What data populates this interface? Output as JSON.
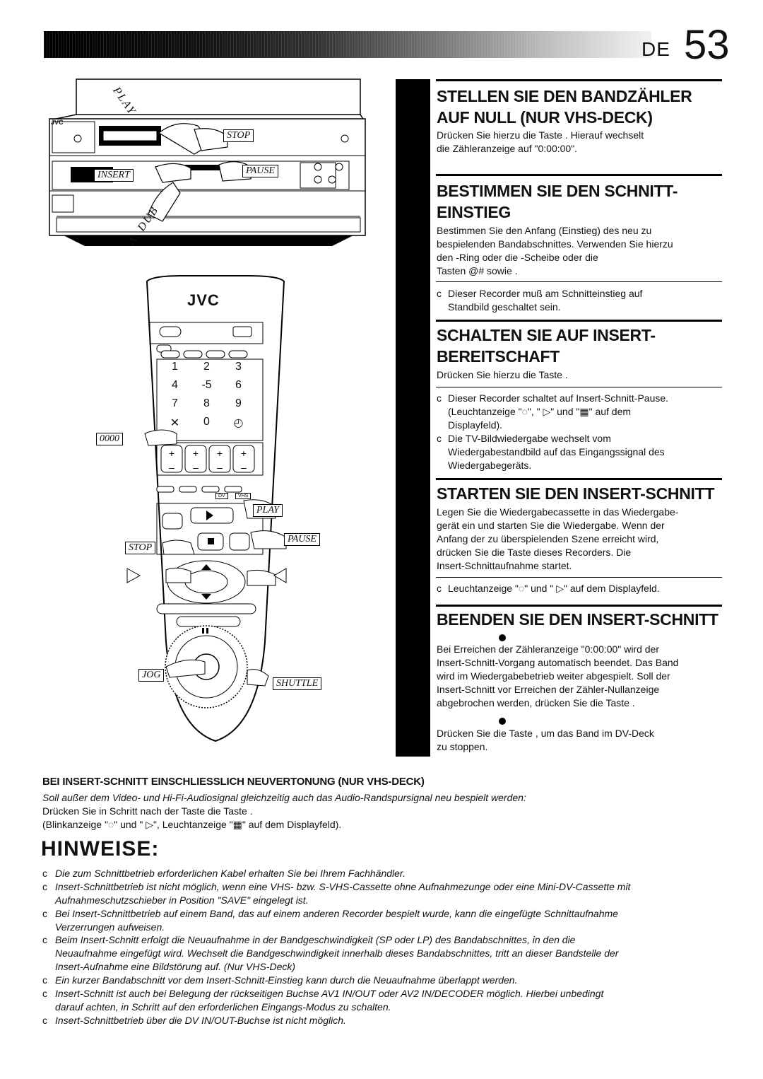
{
  "header": {
    "lang": "DE",
    "page_number": "53"
  },
  "sections": [
    {
      "title_lines": [
        "STELLEN SIE DEN BANDZÄHLER",
        "AUF NULL (NUR VHS-DECK)"
      ],
      "body": [
        "Drücken Sie hierzu die Taste        . Hierauf wechselt",
        "die Zähleranzeige auf \"0:00:00\"."
      ]
    },
    {
      "title_lines": [
        "BESTIMMEN SIE DEN SCHNITT-",
        "EINSTIEG"
      ],
      "body": [
        "Bestimmen Sie den Anfang (Einstieg) des neu zu",
        "bespielenden Bandabschnittes. Verwenden Sie hierzu",
        "den               -Ring oder die        -Scheibe oder die",
        "Tasten @# sowie             ."
      ],
      "notes": [
        [
          "Dieser Recorder muß am Schnitteinstieg auf",
          "Standbild geschaltet sein."
        ]
      ]
    },
    {
      "title_lines": [
        "SCHALTEN SIE AUF INSERT-",
        "BEREITSCHAFT"
      ],
      "body": [
        "Drücken Sie hierzu die Taste            ."
      ],
      "notes": [
        [
          "Dieser Recorder schaltet auf Insert-Schnitt-Pause.",
          "(Leuchtanzeige \"◌\", \" ▷\" und \"▦\" auf dem",
          "Displayfeld)."
        ],
        [
          "Die TV-Bildwiedergabe wechselt vom",
          "Wiedergabestandbild auf das Eingangssignal des",
          "Wiedergabegeräts."
        ]
      ]
    },
    {
      "title_lines": [
        "STARTEN SIE DEN INSERT-SCHNITT"
      ],
      "body": [
        "Legen Sie die Wiedergabecassette in das Wiedergabe-",
        "gerät ein und starten Sie die Wiedergabe. Wenn der",
        "Anfang der zu überspielenden Szene erreicht wird,",
        "drücken Sie die Taste           dieses Recorders. Die",
        "Insert-Schnittaufnahme startet."
      ],
      "notes": [
        [
          "Leuchtanzeige \"◌\" und \" ▷\" auf dem Displayfeld."
        ]
      ]
    },
    {
      "title_lines": [
        "BEENDEN SIE DEN INSERT-SCHNITT"
      ],
      "body": [
        "Bei Erreichen der Zähleranzeige \"0:00:00\" wird der",
        "Insert-Schnitt-Vorgang automatisch beendet. Das Band",
        "wird im Wiedergabebetrieb weiter abgespielt. Soll der",
        "Insert-Schnitt vor Erreichen der Zähler-Nullanzeige",
        "abgebrochen werden, drücken Sie die Taste        ."
      ],
      "body2": [
        "Drücken Sie die Taste         , um das Band im DV-Deck",
        "zu stoppen."
      ]
    }
  ],
  "bei": {
    "title": "BEI INSERT-SCHNITT EINSCHLIESSLICH NEUVERTONUNG (NUR VHS-DECK)",
    "lines": [
      "Soll außer dem Video- und Hi-Fi-Audiosignal gleichzeitig auch das Audio-Randspursignal neu bespielt werden:",
      "Drücken Sie in Schritt    nach der Taste               die Taste          .",
      "(Blinkanzeige \"◌\" und \" ▷\", Leuchtanzeige \"▦\" auf dem Displayfeld)."
    ]
  },
  "hinweise": {
    "title": "HINWEISE:",
    "items": [
      [
        "Die zum Schnittbetrieb erforderlichen Kabel erhalten Sie bei Ihrem Fachhändler."
      ],
      [
        "Insert-Schnittbetrieb ist nicht möglich, wenn eine VHS- bzw. S-VHS-Cassette ohne Aufnahmezunge oder eine Mini-DV-Cassette mit",
        "Aufnahmeschutzschieber in Position \"SAVE\" eingelegt ist."
      ],
      [
        "Bei Insert-Schnittbetrieb auf einem Band, das auf einem anderen Recorder bespielt wurde, kann die eingefügte Schnittaufnahme",
        "Verzerrungen aufweisen."
      ],
      [
        "Beim Insert-Schnitt erfolgt die Neuaufnahme in der Bandgeschwindigkeit (SP oder LP) des Bandabschnittes, in den die",
        "Neuaufnahme eingefügt wird. Wechselt die Bandgeschwindigkeit innerhalb dieses Bandabschnittes, tritt an dieser Bandstelle der",
        "Insert-Aufnahme eine Bildstörung auf. (Nur VHS-Deck)"
      ],
      [
        "Ein kurzer Bandabschnitt vor dem Insert-Schnitt-Einstieg kann durch die Neuaufnahme überlappt werden."
      ],
      [
        "Insert-Schnitt ist auch bei Belegung der rückseitigen Buchse AV1 IN/OUT oder AV2 IN/DECODER möglich. Hierbei unbedingt",
        "darauf achten, in Schritt    auf den erforderlichen Eingangs-Modus zu schalten."
      ],
      [
        "Insert-Schnittbetrieb über die DV IN/OUT-Buchse ist nicht möglich."
      ]
    ],
    "marker": "c"
  },
  "illustration": {
    "deck_labels": {
      "play": "PLAY",
      "stop": "STOP",
      "insert": "INSERT",
      "pause": "PAUSE",
      "adub": "A. DUB"
    },
    "brand": "JVC",
    "remote_labels": {
      "counter": "0000",
      "play": "PLAY",
      "pause": "PAUSE",
      "stop": "STOP",
      "jog": "JOG",
      "shuttle": "SHUTTLE",
      "dv": "DV",
      "vhs": "VHS"
    },
    "keypad": [
      "1",
      "2",
      "3",
      "4",
      "-5",
      "6",
      "7",
      "8",
      "9",
      "✕",
      "0",
      "◴"
    ]
  }
}
